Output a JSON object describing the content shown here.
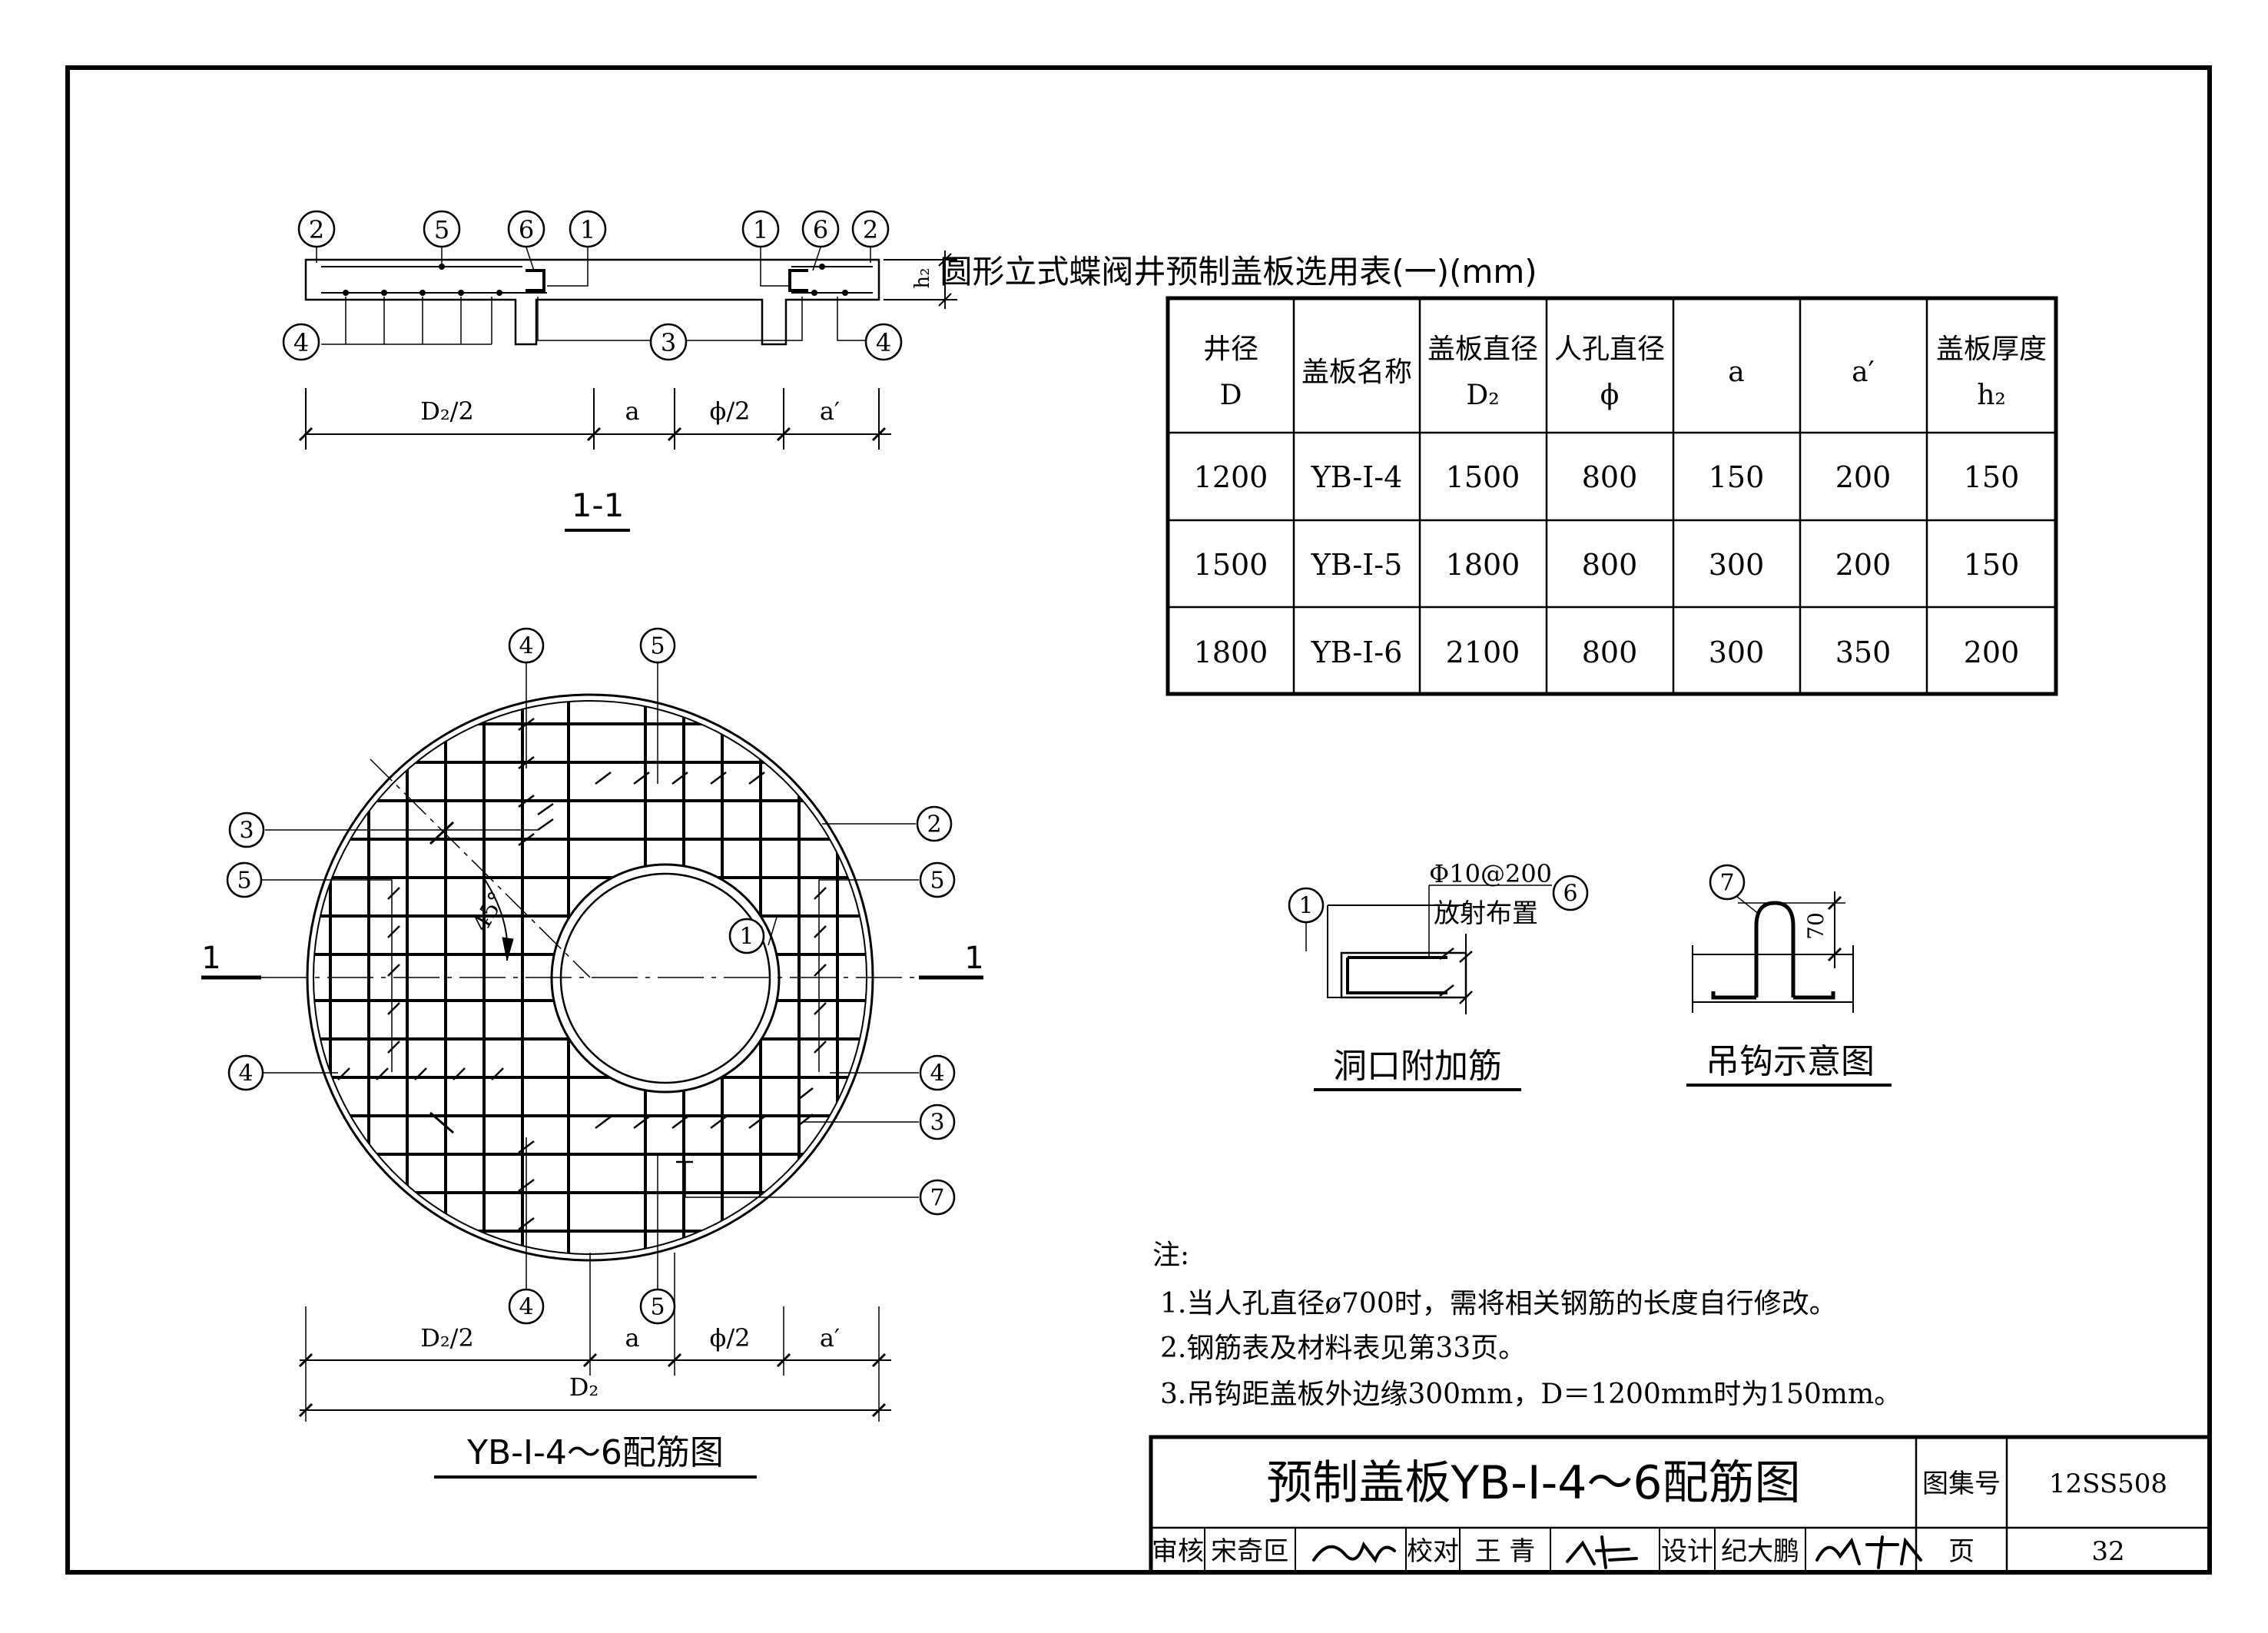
{
  "section_view": {
    "balloons_top": [
      "2",
      "5",
      "6",
      "1",
      "1",
      "6",
      "2"
    ],
    "balloons_bottom": [
      "4",
      "3",
      "4"
    ],
    "dims": [
      "D₂/2",
      "a",
      "ϕ/2",
      "a′"
    ],
    "h_label": "h₂",
    "title": "1-1"
  },
  "plan_view": {
    "cut_mark": "1",
    "angle": "45°",
    "balloons": [
      "4",
      "5",
      "3",
      "2",
      "5",
      "5",
      "1",
      "4",
      "4",
      "3",
      "7",
      "4",
      "5"
    ],
    "dims": [
      "D₂/2",
      "a",
      "ϕ/2",
      "a′"
    ],
    "total_dim": "D₂",
    "title": "YB-Ⅰ-4～6配筋图"
  },
  "table": {
    "title": "圆形立式蝶阀井预制盖板选用表(一)(mm)",
    "headers": [
      [
        "井径",
        "D"
      ],
      [
        "盖板名称"
      ],
      [
        "盖板直径",
        "D₂"
      ],
      [
        "人孔直径",
        "ϕ"
      ],
      [
        "a"
      ],
      [
        "a′"
      ],
      [
        "盖板厚度",
        "h₂"
      ]
    ],
    "rows": [
      [
        "1200",
        "YB-I-4",
        "1500",
        "800",
        "150",
        "200",
        "150"
      ],
      [
        "1500",
        "YB-I-5",
        "1800",
        "800",
        "300",
        "200",
        "150"
      ],
      [
        "1800",
        "YB-I-6",
        "2100",
        "800",
        "300",
        "350",
        "200"
      ]
    ]
  },
  "opening_detail": {
    "balloon_1": "1",
    "balloon_6": "6",
    "spec": "Φ10@200",
    "spec_note": "放射布置",
    "title": "洞口附加筋"
  },
  "hook_detail": {
    "balloon_7": "7",
    "dim": "70",
    "title": "吊钩示意图"
  },
  "notes": {
    "heading": "注:",
    "items": [
      "1.当人孔直径ø700时，需将相关钢筋的长度自行修改。",
      "2.钢筋表及材料表见第33页。",
      "3.吊钩距盖板外边缘300mm，D＝1200mm时为150mm。"
    ]
  },
  "title_block": {
    "title": "预制盖板YB-Ⅰ-4～6配筋图",
    "atlas_label": "图集号",
    "atlas_no": "12SS508",
    "review_label": "审核",
    "review_name": "宋奇叵",
    "check_label": "校对",
    "check_name": "王 青",
    "design_label": "设计",
    "design_name": "纪大鹏",
    "page_label": "页",
    "page_no": "32"
  }
}
